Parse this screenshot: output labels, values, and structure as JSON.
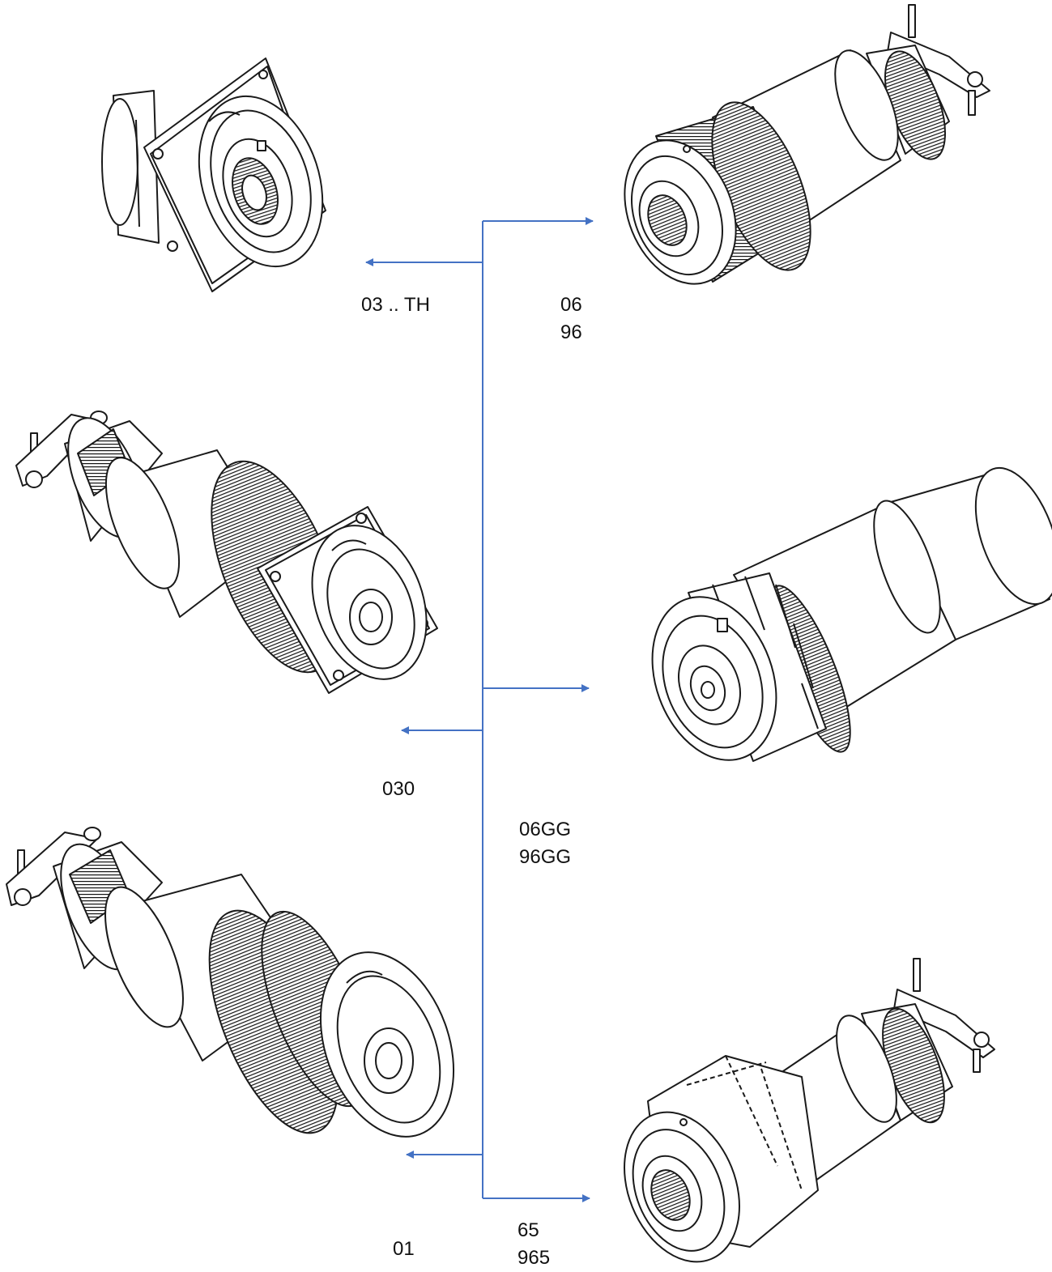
{
  "colors": {
    "arrow": "#4472C4",
    "line_art": "#1a1a1a",
    "fill": "#ffffff"
  },
  "variants": [
    {
      "id": "flange-receptacle",
      "labels": [
        "03 .. TH"
      ]
    },
    {
      "id": "plug-knurled-with-clamp",
      "labels": [
        "06",
        "96"
      ]
    },
    {
      "id": "flange-receptacle-with-clamp",
      "labels": [
        "030"
      ]
    },
    {
      "id": "plug-grip-coupling",
      "labels": [
        "06GG",
        "96GG"
      ]
    },
    {
      "id": "cable-receptacle-with-clamp",
      "labels": [
        "01"
      ]
    },
    {
      "id": "plug-hex-coupling-with-clamp",
      "labels": [
        "65",
        "965"
      ]
    }
  ]
}
